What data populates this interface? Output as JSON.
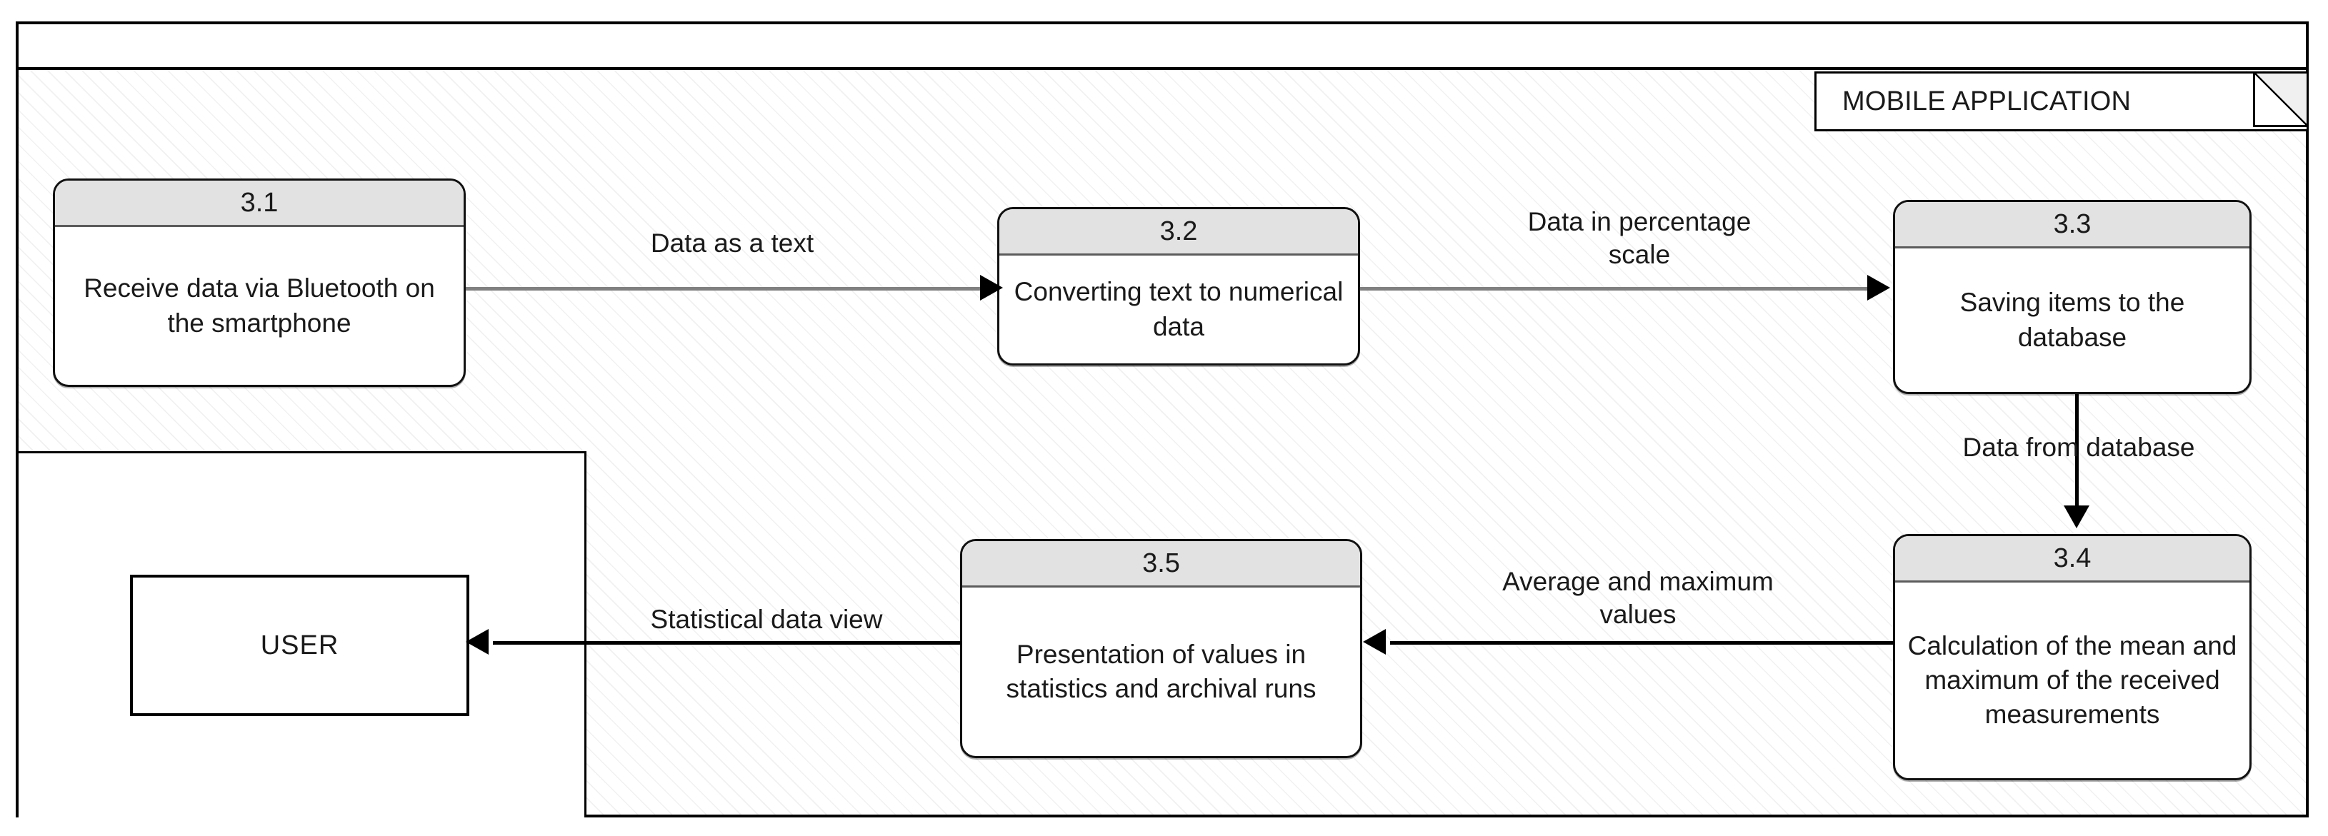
{
  "diagram": {
    "boundary_label": "MOBILE APPLICATION",
    "external_entity": "USER",
    "processes": [
      {
        "id": "3.1",
        "text": "Receive data via Bluetooth on the smartphone"
      },
      {
        "id": "3.2",
        "text": "Converting text to numerical data"
      },
      {
        "id": "3.3",
        "text": "Saving items to the database"
      },
      {
        "id": "3.4",
        "text": "Calculation of the mean and maximum of the received measurements"
      },
      {
        "id": "3.5",
        "text": "Presentation of values in statistics and archival runs"
      }
    ],
    "flows": [
      {
        "label": "Data as a text",
        "from": "3.1",
        "to": "3.2",
        "direction": "right",
        "color": "#808080"
      },
      {
        "label": "Data in percentage\nscale",
        "from": "3.2",
        "to": "3.3",
        "direction": "right",
        "color": "#808080"
      },
      {
        "label": "Data from database",
        "from": "3.3",
        "to": "3.4",
        "direction": "down",
        "color": "#000000"
      },
      {
        "label": "Average and maximum\nvalues",
        "from": "3.4",
        "to": "3.5",
        "direction": "left",
        "color": "#000000"
      },
      {
        "label": "Statistical data view",
        "from": "3.5",
        "to": "USER",
        "direction": "left",
        "color": "#000000"
      }
    ],
    "colors": {
      "process_header": "#e2e2e2",
      "process_border": "#111111",
      "boundary_border": "#000000",
      "gray_flow": "#808080",
      "black_flow": "#000000",
      "hatch": "#ededed"
    }
  }
}
